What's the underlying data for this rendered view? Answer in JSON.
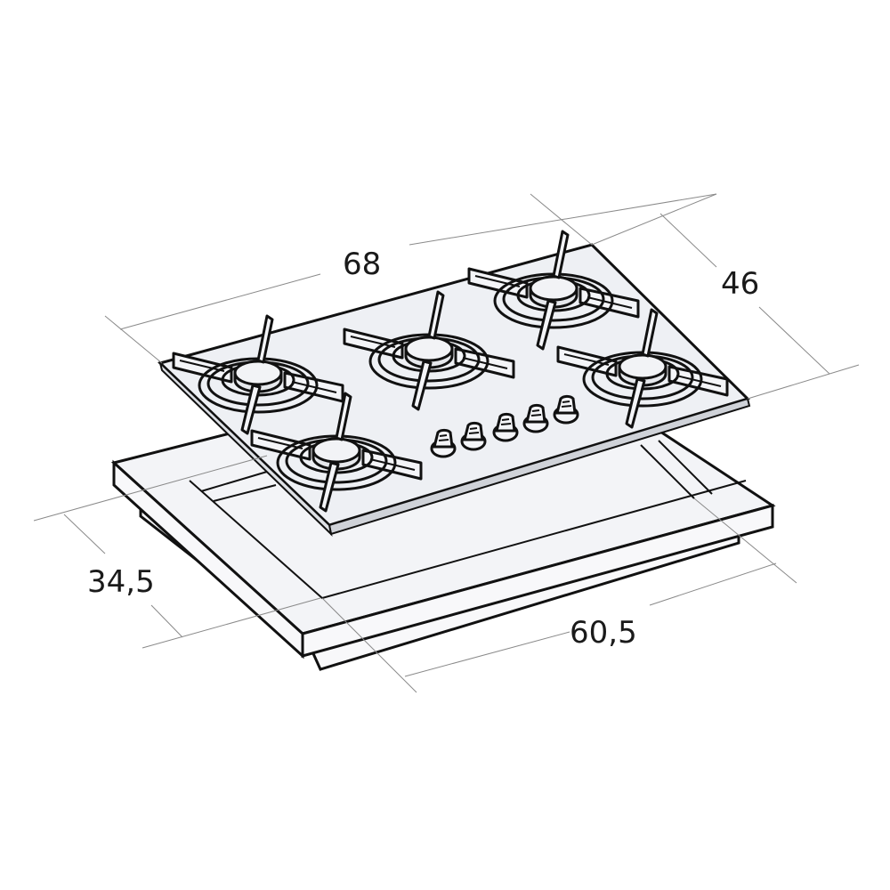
{
  "diagram": {
    "subject": "Gas cooktop with 5 burners and built-in cutout frame",
    "burner_count": 5,
    "knob_count": 5,
    "dimensions": {
      "width": "68",
      "depth": "46",
      "cutout_depth": "34,5",
      "cutout_width": "60,5"
    },
    "colors": {
      "line": "#111111",
      "extension_line": "#8a8a8a",
      "surface": "#eef0f4",
      "background": "#ffffff"
    }
  }
}
